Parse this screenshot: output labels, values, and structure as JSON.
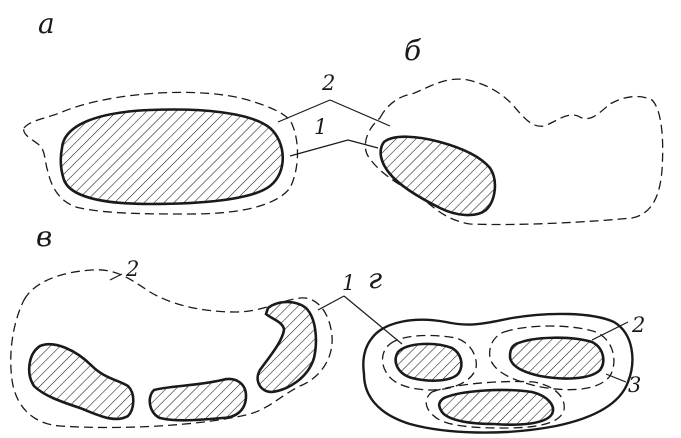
{
  "panels": {
    "a": "а",
    "b": "б",
    "v": "в",
    "g": "г"
  },
  "callouts": {
    "top_2": "2",
    "top_1": "1",
    "mid_2": "2",
    "mid_1": "1",
    "right_2": "2",
    "right_3": "3"
  }
}
